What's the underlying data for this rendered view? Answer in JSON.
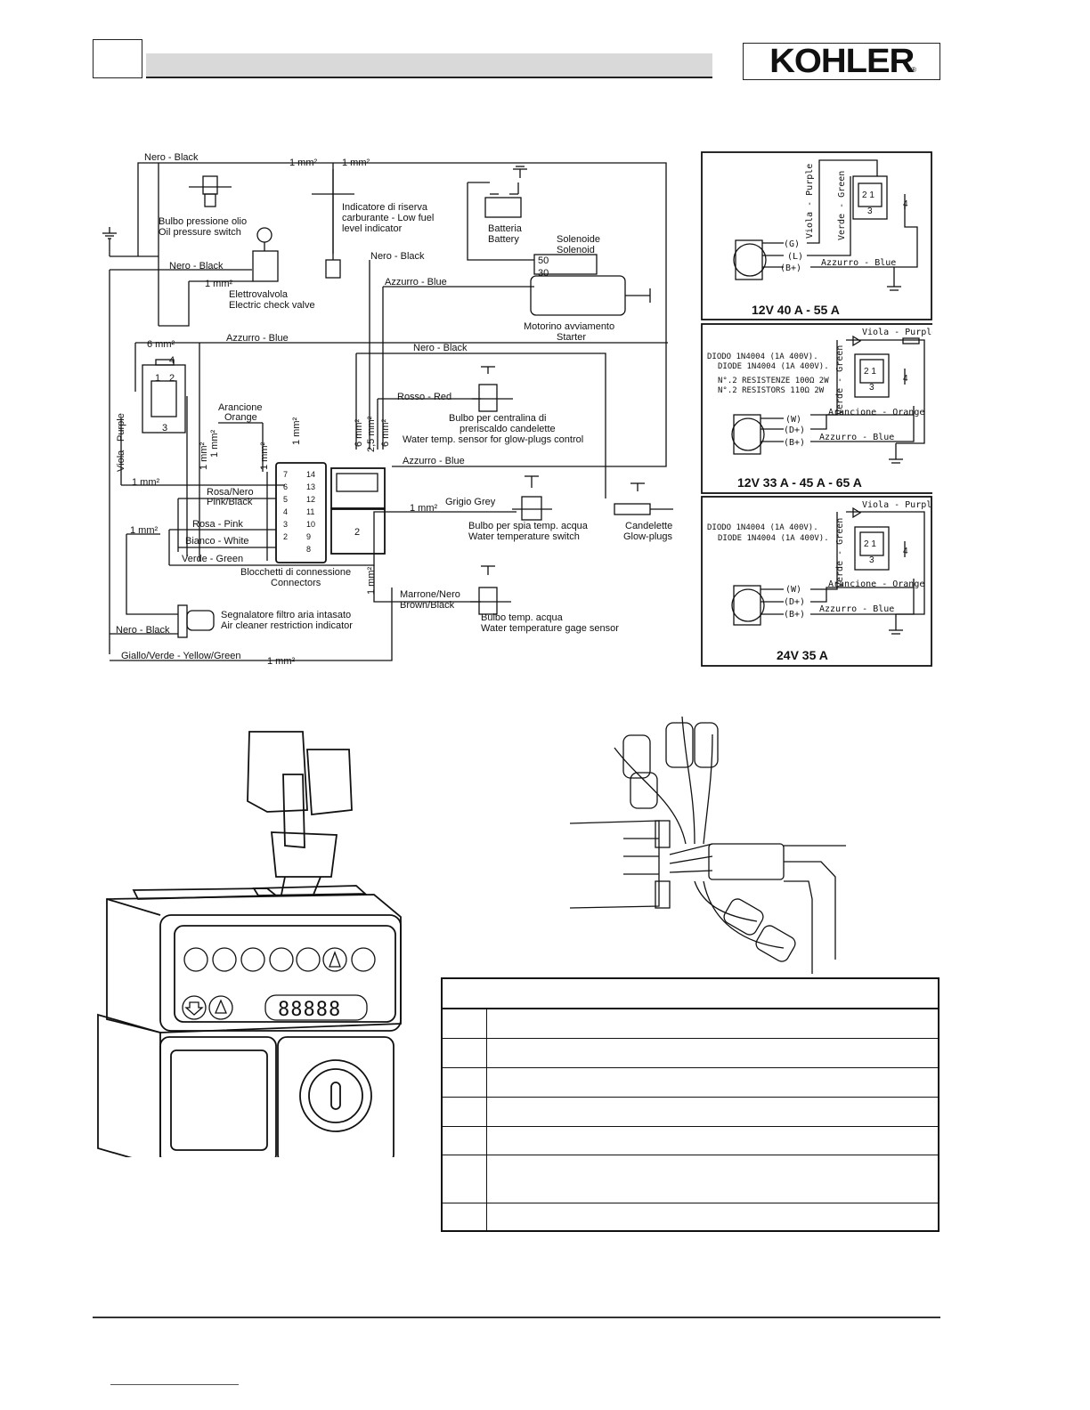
{
  "header": {
    "brand": "KOHLER",
    "brand_mark": "®"
  },
  "wiring": {
    "wires": {
      "nero_black_1": "Nero - Black",
      "nero_black_2": "Nero - Black",
      "nero_black_3": "Nero - Black",
      "nero_black_4": "Nero - Black",
      "nero_black_5": "Nero - Black",
      "azzurro_blue_1": "Azzurro - Blue",
      "azzurro_blue_2": "Azzurro - Blue",
      "azzurro_blue_3": "Azzurro - Blue",
      "rosso_red": "Rosso - Red",
      "arancione": "Arancione",
      "orange": "Orange",
      "viola_purple": "Viola - Purple",
      "rosa_nero": "Rosa/Nero",
      "pink_black": "Pink/Black",
      "rosa_pink": "Rosa - Pink",
      "bianco_white": "Bianco - White",
      "verde_green": "Verde - Green",
      "grigio_grey": "Grigio Grey",
      "marrone_nero": "Marrone/Nero",
      "brown_black": "Brown/Black",
      "giallo_verde": "Giallo/Verde - Yellow/Green"
    },
    "sections": {
      "s1mm_a": "1 mm²",
      "s1mm_b": "1 mm²",
      "s1mm_c": "1 mm²",
      "s1mm_d": "1 mm²",
      "s1mm_e": "1 mm²",
      "s1mm_f": "1 mm²",
      "s1mm_g": "1 mm²",
      "s1mm_h": "1 mm²",
      "s1mm_i": "1 mm²",
      "s1mm_j": "1 mm²",
      "s1mm_k": "1 mm²",
      "s1mm_l": "1 mm²",
      "s6mm_a": "6 mm²",
      "s6mm_b": "6 mm²",
      "s6mm_c": "6 mm²",
      "s2_5mm": "2,5 mm²"
    },
    "components": {
      "oil_it": "Bulbo pressione olio",
      "oil_en": "Oil pressure switch",
      "fuel_it_1": "Indicatore di riserva",
      "fuel_it_2": "carburante - Low fuel",
      "fuel_en": "level indicator",
      "battery_it": "Batteria",
      "battery_en": "Battery",
      "solenoid_it": "Solenoide",
      "solenoid_en": "Solenoid",
      "valve_it": "Elettrovalvola",
      "valve_en": "Electric check valve",
      "starter_it": "Motorino avviamento",
      "starter_en": "Starter",
      "glowsensor_it_1": "Bulbo per centralina di",
      "glowsensor_it_2": "preriscaldo candelette",
      "glowsensor_en": "Water temp. sensor for glow-plugs control",
      "watersw_it": "Bulbo per spia temp. acqua",
      "watersw_en": "Water temperature switch",
      "glowplug_it": "Candelette",
      "glowplug_en": "Glow-plugs",
      "connectors_it": "Blocchetti di connessione",
      "connectors_en": "Connectors",
      "aircleaner_it": "Segnalatore filtro aria intasato",
      "aircleaner_en": "Air cleaner restriction indicator",
      "gage_it": "Bulbo temp. acqua",
      "gage_en": "Water temperature gage sensor"
    },
    "terminals": {
      "t50": "50",
      "t30": "30"
    },
    "relay_pins": {
      "p1": "1",
      "p2": "2",
      "p3": "3",
      "p4": "4"
    },
    "connector_pins": [
      "7",
      "14",
      "6",
      "13",
      "5",
      "12",
      "4",
      "11",
      "3",
      "10",
      "2",
      "9",
      "8"
    ],
    "switch_label": "2"
  },
  "alternators": {
    "panel1": {
      "rating": "12V    40 A - 55 A",
      "wire_purple": "Viola - Purple",
      "wire_green": "Verde - Green",
      "wire_blue": "Azzurro - Blue",
      "term_g": "(G)",
      "term_l": "(L)",
      "term_b": "(B+)",
      "reg_21": "2 1",
      "reg_3": "3",
      "reg_4": "4"
    },
    "panel2": {
      "rating": "12V   33 A - 45 A - 65 A",
      "diode_it": "DIODO 1N4004 (1A 400V).",
      "diode_en": "DIODE 1N4004 (1A 400V).",
      "res_it": "N°.2 RESISTENZE 100Ω 2W",
      "res_en": "N°.2 RESISTORS 110Ω 2W",
      "wire_purple": "Viola - Purple",
      "wire_green": "Verde - Green",
      "wire_orange": "Arancione - Orange",
      "wire_blue": "Azzurro - Blue",
      "term_w": "(W)",
      "term_d": "(D+)",
      "term_b": "(B+)",
      "reg_21": "2 1",
      "reg_3": "3",
      "reg_4": "4"
    },
    "panel3": {
      "rating": "24V    35 A",
      "diode_it": "DIODO 1N4004 (1A 400V).",
      "diode_en": "DIODE 1N4004 (1A 400V).",
      "wire_purple": "Viola - Purple",
      "wire_green": "Verde - Green",
      "wire_orange": "Arancione - Orange",
      "wire_blue": "Azzurro - Blue",
      "term_w": "(W)",
      "term_d": "(D+)",
      "term_b": "(B+)",
      "reg_21": "2 1",
      "reg_3": "3",
      "reg_4": "4"
    }
  },
  "panel_display": {
    "digits": "88888"
  }
}
